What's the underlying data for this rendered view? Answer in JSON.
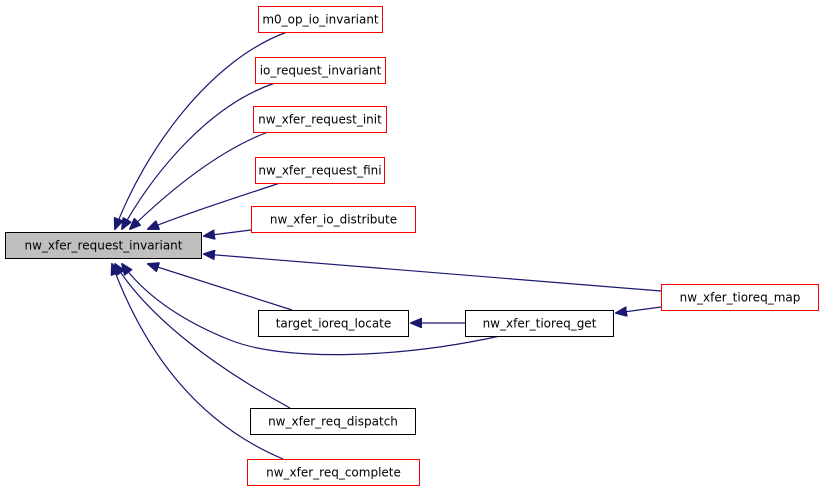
{
  "diagram": {
    "type": "doxygen-caller-graph",
    "colors": {
      "edge": "#191970",
      "root_fill": "#bfbfbf",
      "root_border": "#000000",
      "truncated_border": "#ff0000",
      "normal_border": "#000000",
      "background": "#ffffff"
    },
    "root": {
      "id": "root",
      "label": "nw_xfer_request_invariant"
    },
    "nodes": [
      {
        "id": "root",
        "label": "nw_xfer_request_invariant",
        "style": "root"
      },
      {
        "id": "m0_op_io_invariant",
        "label": "m0_op_io_invariant",
        "style": "truncated"
      },
      {
        "id": "io_request_invariant",
        "label": "io_request_invariant",
        "style": "truncated"
      },
      {
        "id": "nw_xfer_request_init",
        "label": "nw_xfer_request_init",
        "style": "truncated"
      },
      {
        "id": "nw_xfer_request_fini",
        "label": "nw_xfer_request_fini",
        "style": "truncated"
      },
      {
        "id": "nw_xfer_io_distribute",
        "label": "nw_xfer_io_distribute",
        "style": "truncated"
      },
      {
        "id": "nw_xfer_tioreq_map",
        "label": "nw_xfer_tioreq_map",
        "style": "truncated"
      },
      {
        "id": "target_ioreq_locate",
        "label": "target_ioreq_locate",
        "style": "normal"
      },
      {
        "id": "nw_xfer_tioreq_get",
        "label": "nw_xfer_tioreq_get",
        "style": "normal"
      },
      {
        "id": "nw_xfer_req_dispatch",
        "label": "nw_xfer_req_dispatch",
        "style": "normal"
      },
      {
        "id": "nw_xfer_req_complete",
        "label": "nw_xfer_req_complete",
        "style": "truncated"
      }
    ],
    "edges": [
      {
        "from": "m0_op_io_invariant",
        "to": "root"
      },
      {
        "from": "io_request_invariant",
        "to": "root"
      },
      {
        "from": "nw_xfer_request_init",
        "to": "root"
      },
      {
        "from": "nw_xfer_request_fini",
        "to": "root"
      },
      {
        "from": "nw_xfer_io_distribute",
        "to": "root"
      },
      {
        "from": "nw_xfer_tioreq_map",
        "to": "root"
      },
      {
        "from": "target_ioreq_locate",
        "to": "root"
      },
      {
        "from": "nw_xfer_tioreq_get",
        "to": "root"
      },
      {
        "from": "nw_xfer_req_dispatch",
        "to": "root"
      },
      {
        "from": "nw_xfer_req_complete",
        "to": "root"
      },
      {
        "from": "nw_xfer_tioreq_get",
        "to": "target_ioreq_locate"
      },
      {
        "from": "nw_xfer_tioreq_map",
        "to": "nw_xfer_tioreq_get"
      }
    ]
  }
}
